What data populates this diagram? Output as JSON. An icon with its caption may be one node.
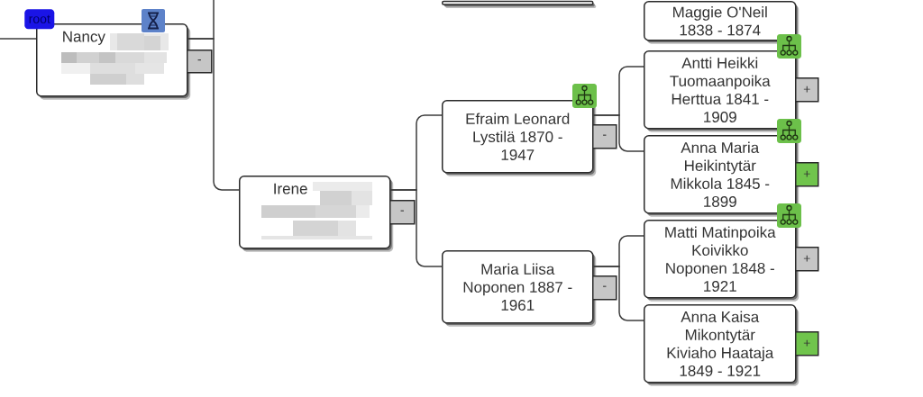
{
  "diagram": {
    "nodes": [
      {
        "text": [
          "Nancy"
        ],
        "beside": [
          "root",
          "-"
        ]
      },
      {
        "text": [
          "Irene"
        ],
        "beside": [
          "-"
        ]
      },
      {
        "text": [],
        "shape": "box"
      },
      {
        "text": [
          "Efraim Leonard Lystilä 1870 - 1947"
        ],
        "beside": [
          "-"
        ]
      },
      {
        "text": [
          "Maria Liisa Noponen 1887 - 1961"
        ],
        "beside": [
          "-"
        ]
      },
      {
        "text": [
          "Maggie O'Neil 1838 - 1874"
        ]
      },
      {
        "text": [
          "Antti Heikki Tuomaanpoika Herttua 1841 - 1909"
        ],
        "beside": [
          "+"
        ]
      },
      {
        "text": [
          "Anna Maria Heikintytär Mikkola 1845 - 1899"
        ],
        "beside": [
          "+"
        ]
      },
      {
        "text": [
          "Matti Matinpoika Koivikko Noponen 1848 - 1921"
        ],
        "beside": [
          "+"
        ]
      },
      {
        "text": [
          "Anna Kaisa Mikontytär Kiviaho Haataja 1849 - 1921"
        ],
        "beside": [
          "+"
        ]
      }
    ],
    "edges": [
      {
        "from": null,
        "to": 0,
        "arrow": "none"
      },
      {
        "from": 0,
        "to": null,
        "arrow": "none"
      },
      {
        "from": 0,
        "to": 1,
        "arrow": "none"
      },
      {
        "from": 1,
        "to": 3,
        "arrow": "none"
      },
      {
        "from": 1,
        "to": 4,
        "arrow": "none"
      },
      {
        "from": 3,
        "to": 6,
        "arrow": "none"
      },
      {
        "from": 3,
        "to": 7,
        "arrow": "none"
      },
      {
        "from": 4,
        "to": 8,
        "arrow": "none"
      },
      {
        "from": 4,
        "to": 9,
        "arrow": "none"
      }
    ]
  }
}
